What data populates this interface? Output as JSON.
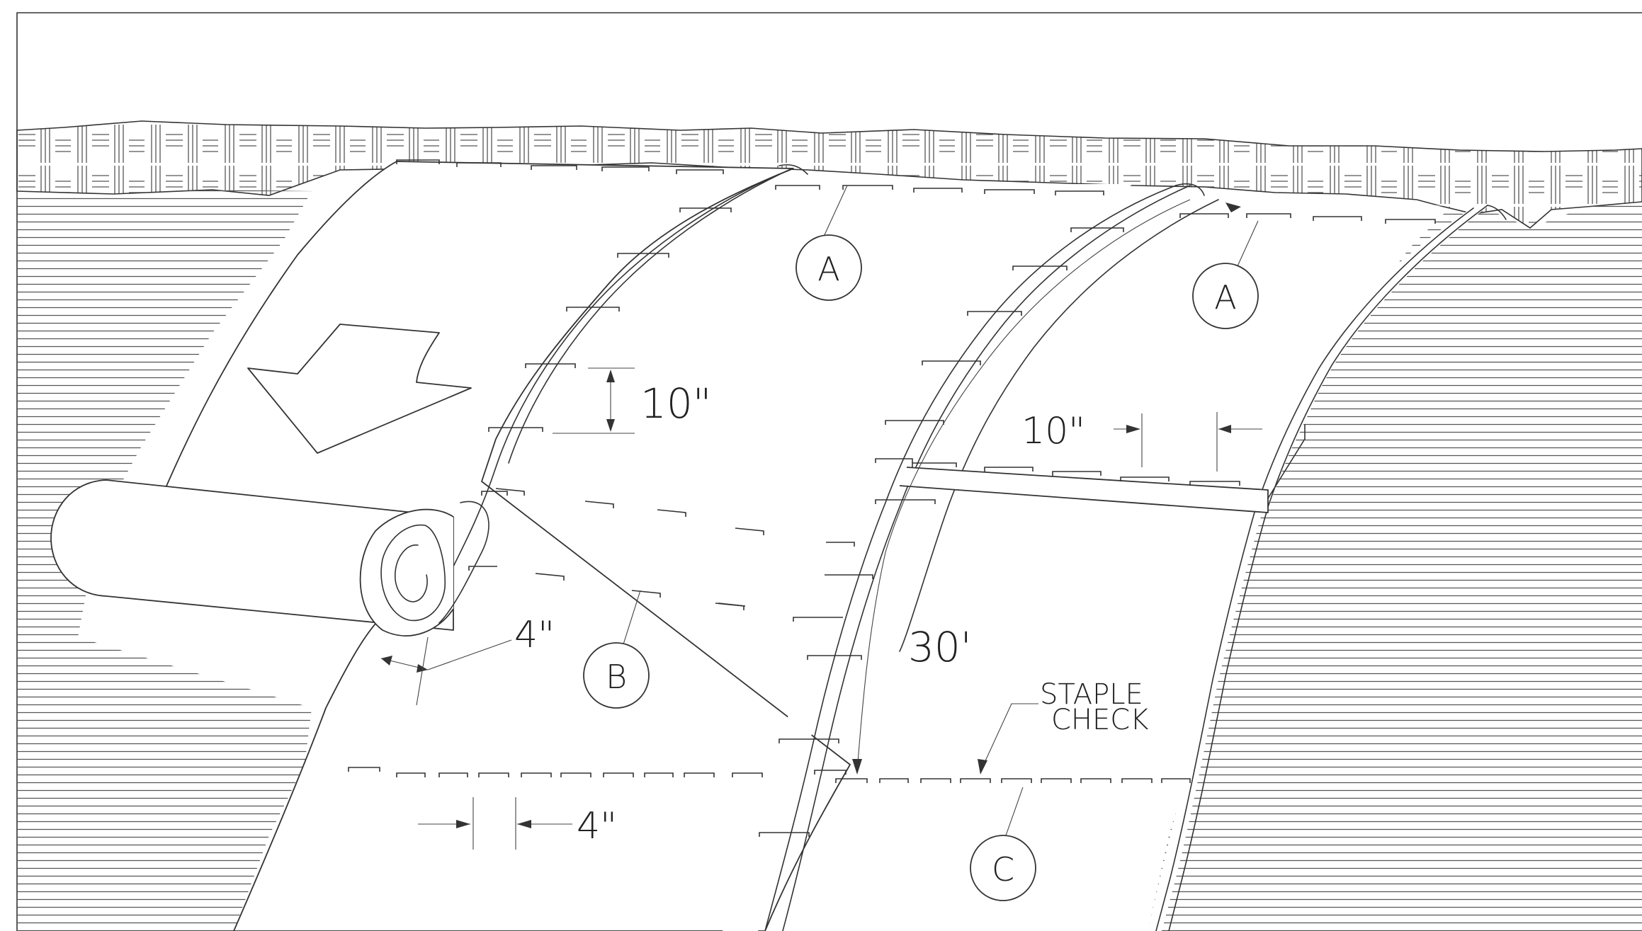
{
  "labels": {
    "top_staple_callout_left": "A",
    "top_staple_callout_right": "A",
    "middle_staple_callout": "B",
    "bottom_staple_callout": "C",
    "dim_vertical_spacing": "10\"",
    "dim_overlap_spacing": "10\"",
    "dim_edge_offset": "4\"",
    "dim_bottom_spacing": "4\"",
    "dim_slope_length": "30'",
    "staple_check_line1": "STAPLE",
    "staple_check_line2": "CHECK"
  }
}
